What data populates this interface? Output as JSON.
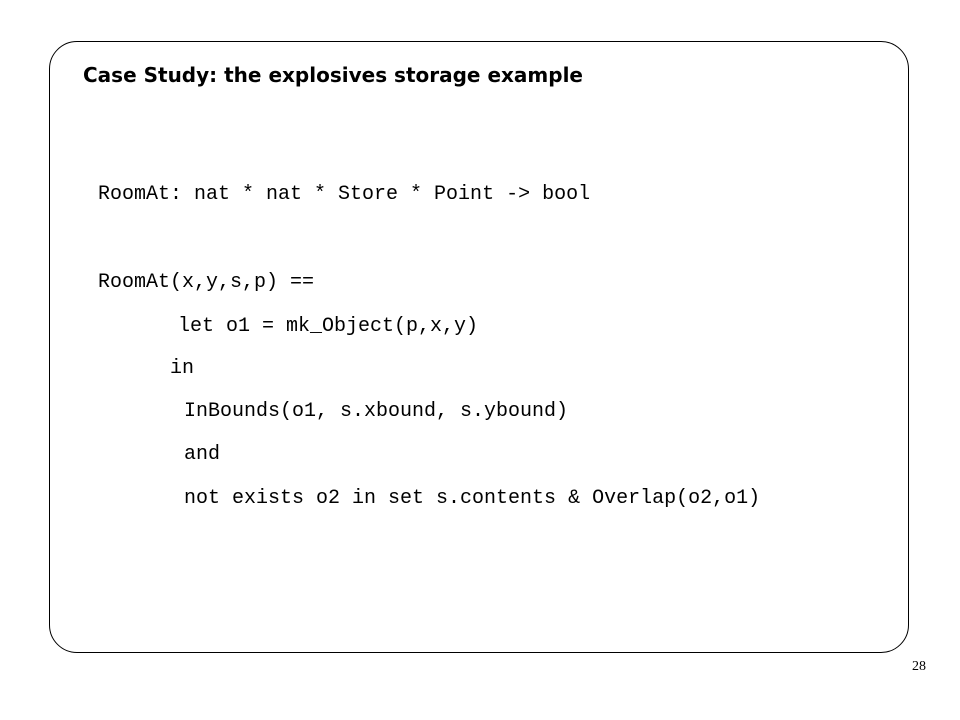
{
  "slide": {
    "title": "Case Study: the explosives storage example",
    "code_lines": [
      "RoomAt: nat * nat * Store * Point -> bool",
      "RoomAt(x,y,s,p) ==",
      "let o1 = mk_Object(p,x,y)",
      "in",
      "InBounds(o1, s.xbound, s.ybound)",
      "and",
      "not exists o2 in set s.contents & Overlap(o2,o1)"
    ],
    "page_number": "28"
  }
}
